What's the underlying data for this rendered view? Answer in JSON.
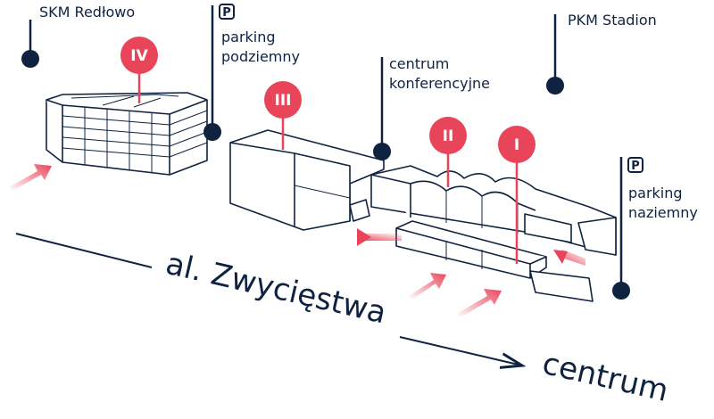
{
  "labels": {
    "skm_redlowo": "SKM Redłowo",
    "pkm_stadion": "PKM Stadion",
    "parking_underground_line1": "parking",
    "parking_underground_line2": "podziemny",
    "conference_line1": "centrum",
    "conference_line2": "konferencyjne",
    "parking_ground_line1": "parking",
    "parking_ground_line2": "naziemny",
    "parking_symbol": "P"
  },
  "road": {
    "street": "al. Zwycięstwa",
    "direction": "centrum"
  },
  "pins": [
    {
      "id": "IV",
      "label": "IV"
    },
    {
      "id": "III",
      "label": "III"
    },
    {
      "id": "II",
      "label": "II"
    },
    {
      "id": "I",
      "label": "I"
    }
  ],
  "colors": {
    "navy": "#0f2340",
    "accent": "#e8455a",
    "arrow": "#f08a98"
  }
}
